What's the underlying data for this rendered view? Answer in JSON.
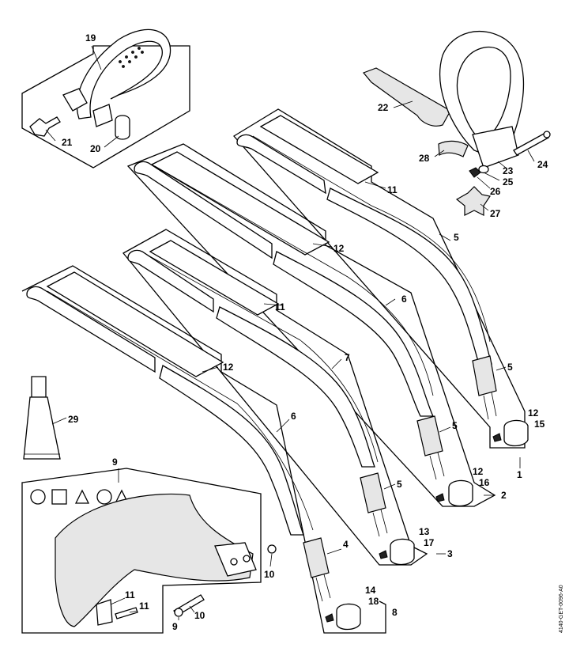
{
  "diagram": {
    "doc_code": "4140-GET-0096-A0",
    "callouts": [
      {
        "id": "c1",
        "text": "1"
      },
      {
        "id": "c2",
        "text": "2"
      },
      {
        "id": "c3",
        "text": "3"
      },
      {
        "id": "c4",
        "text": "4"
      },
      {
        "id": "c5a",
        "text": "5"
      },
      {
        "id": "c5b",
        "text": "5"
      },
      {
        "id": "c5c",
        "text": "5"
      },
      {
        "id": "c5d",
        "text": "5"
      },
      {
        "id": "c6a",
        "text": "6"
      },
      {
        "id": "c6b",
        "text": "6"
      },
      {
        "id": "c7",
        "text": "7"
      },
      {
        "id": "c8",
        "text": "8"
      },
      {
        "id": "c9a",
        "text": "9"
      },
      {
        "id": "c9b",
        "text": "9"
      },
      {
        "id": "c10a",
        "text": "10"
      },
      {
        "id": "c10b",
        "text": "10"
      },
      {
        "id": "c11a",
        "text": "11"
      },
      {
        "id": "c11b",
        "text": "11"
      },
      {
        "id": "c11c",
        "text": "11"
      },
      {
        "id": "c11d",
        "text": "11"
      },
      {
        "id": "c12a",
        "text": "12"
      },
      {
        "id": "c12b",
        "text": "12"
      },
      {
        "id": "c12c",
        "text": "12"
      },
      {
        "id": "c12d",
        "text": "12"
      },
      {
        "id": "c13",
        "text": "13"
      },
      {
        "id": "c14",
        "text": "14"
      },
      {
        "id": "c15",
        "text": "15"
      },
      {
        "id": "c16",
        "text": "16"
      },
      {
        "id": "c17",
        "text": "17"
      },
      {
        "id": "c18",
        "text": "18"
      },
      {
        "id": "c19",
        "text": "19"
      },
      {
        "id": "c20",
        "text": "20"
      },
      {
        "id": "c21",
        "text": "21"
      },
      {
        "id": "c22",
        "text": "22"
      },
      {
        "id": "c23",
        "text": "23"
      },
      {
        "id": "c24",
        "text": "24"
      },
      {
        "id": "c25",
        "text": "25"
      },
      {
        "id": "c26",
        "text": "26"
      },
      {
        "id": "c27",
        "text": "27"
      },
      {
        "id": "c28",
        "text": "28"
      },
      {
        "id": "c29",
        "text": "29"
      }
    ]
  }
}
